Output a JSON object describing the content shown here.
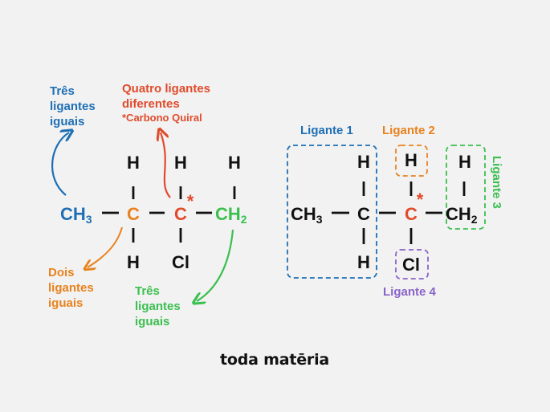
{
  "colors": {
    "black": "#111111",
    "blue": "#1e6fb5",
    "orange": "#e8821e",
    "red": "#e04b2c",
    "green": "#3bbf4f",
    "purple": "#8a63c9",
    "background": "#f2f2f2"
  },
  "left": {
    "annotation_blue": [
      "Três",
      "ligantes",
      "iguais"
    ],
    "annotation_red": [
      "Quatro ligantes",
      "diferentes"
    ],
    "annotation_red_note": "*Carbono Quiral",
    "annotation_orange": [
      "Dois",
      "ligantes",
      "iguais"
    ],
    "annotation_green": [
      "Três",
      "ligantes",
      "iguais"
    ],
    "atoms": {
      "ch3_main": "CH",
      "ch3_sub": "3",
      "c1": "C",
      "c2": "C",
      "c2_star": "*",
      "ch2_main": "CH",
      "ch2_sub": "2",
      "h_top_1": "H",
      "h_top_2": "H",
      "h_top_3": "H",
      "h_bottom_1": "H",
      "cl_bottom": "Cl"
    }
  },
  "right": {
    "ligante1": "Ligante 1",
    "ligante2": "Ligante 2",
    "ligante3": "Ligante 3",
    "ligante4": "Ligante 4",
    "atoms": {
      "ch3_main": "CH",
      "ch3_sub": "3",
      "c1": "C",
      "c2": "C",
      "c2_star": "*",
      "ch2_main": "CH",
      "ch2_sub": "2",
      "h_top_1": "H",
      "h_top_2": "H",
      "h_top_3": "H",
      "h_bottom_1": "H",
      "cl_bottom": "Cl"
    }
  },
  "brand": "toda matēria"
}
